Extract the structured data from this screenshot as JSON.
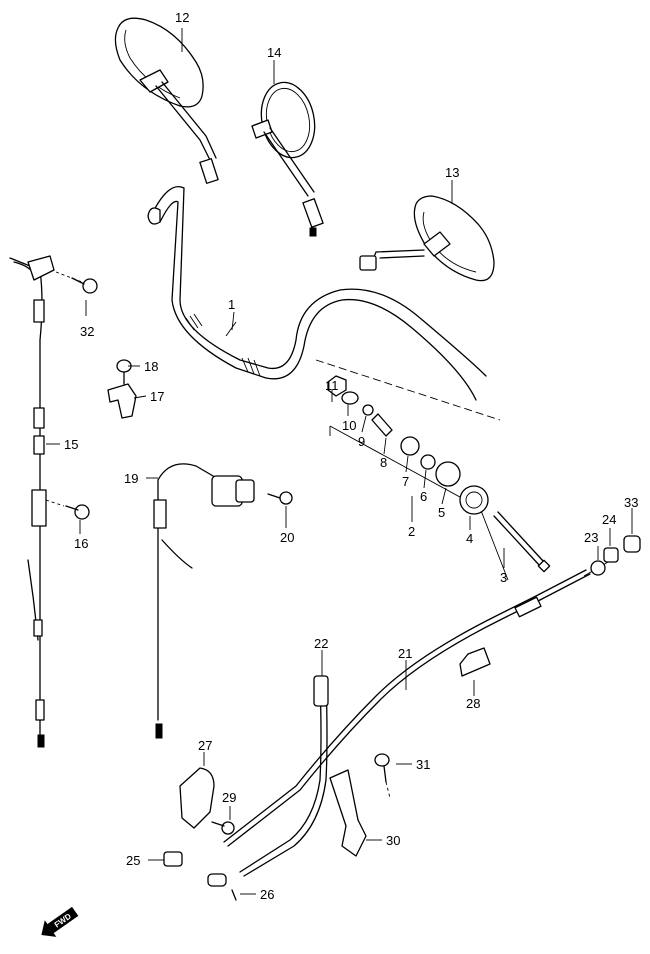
{
  "callouts": [
    {
      "id": "1",
      "text": "1"
    },
    {
      "id": "2",
      "text": "2"
    },
    {
      "id": "3",
      "text": "3"
    },
    {
      "id": "4",
      "text": "4"
    },
    {
      "id": "5",
      "text": "5"
    },
    {
      "id": "6",
      "text": "6"
    },
    {
      "id": "7",
      "text": "7"
    },
    {
      "id": "8",
      "text": "8"
    },
    {
      "id": "9",
      "text": "9"
    },
    {
      "id": "10",
      "text": "10"
    },
    {
      "id": "11",
      "text": "11"
    },
    {
      "id": "12",
      "text": "12"
    },
    {
      "id": "13",
      "text": "13"
    },
    {
      "id": "14",
      "text": "14"
    },
    {
      "id": "15",
      "text": "15"
    },
    {
      "id": "16",
      "text": "16"
    },
    {
      "id": "17",
      "text": "17"
    },
    {
      "id": "18",
      "text": "18"
    },
    {
      "id": "19",
      "text": "19"
    },
    {
      "id": "20",
      "text": "20"
    },
    {
      "id": "21",
      "text": "21"
    },
    {
      "id": "22",
      "text": "22"
    },
    {
      "id": "23",
      "text": "23"
    },
    {
      "id": "24",
      "text": "24"
    },
    {
      "id": "25",
      "text": "25"
    },
    {
      "id": "26",
      "text": "26"
    },
    {
      "id": "27",
      "text": "27"
    },
    {
      "id": "28",
      "text": "28"
    },
    {
      "id": "29",
      "text": "29"
    },
    {
      "id": "30",
      "text": "30"
    },
    {
      "id": "31",
      "text": "31"
    },
    {
      "id": "32",
      "text": "32"
    },
    {
      "id": "33",
      "text": "33"
    }
  ],
  "direction_badge": {
    "text": "FWD"
  }
}
